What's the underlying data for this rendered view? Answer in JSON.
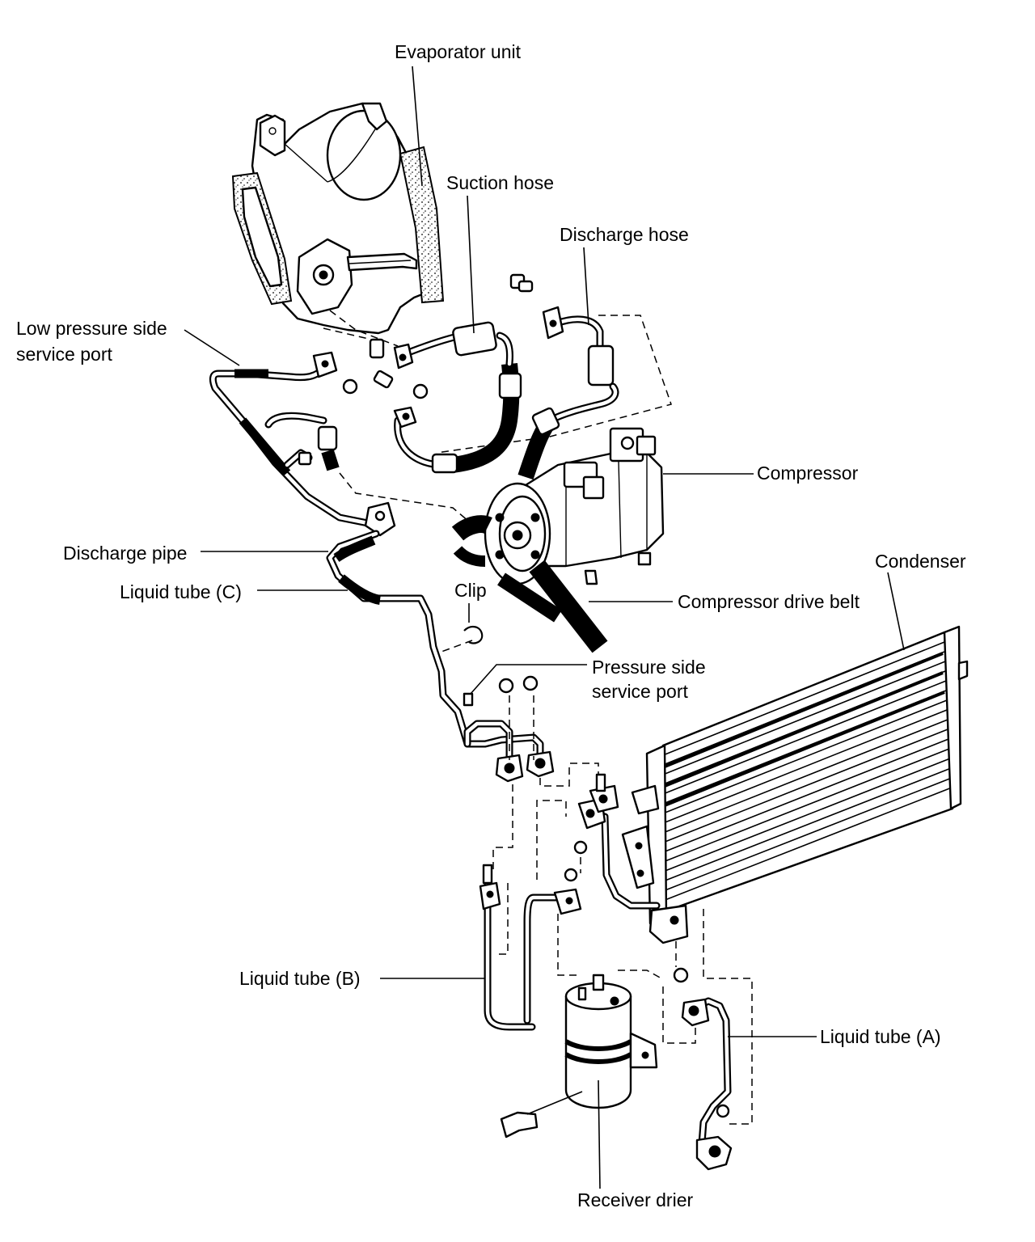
{
  "labels": {
    "evaporator_unit": "Evaporator unit",
    "suction_hose": "Suction hose",
    "discharge_hose": "Discharge hose",
    "low_pressure_port_line1": "Low pressure side",
    "low_pressure_port_line2": "service port",
    "compressor": "Compressor",
    "condenser": "Condenser",
    "discharge_pipe": "Discharge pipe",
    "liquid_tube_c": "Liquid tube (C)",
    "clip": "Clip",
    "compressor_drive_belt": "Compressor drive belt",
    "pressure_port_line1": "Pressure side",
    "pressure_port_line2": "service port",
    "liquid_tube_b": "Liquid tube (B)",
    "liquid_tube_a": "Liquid tube (A)",
    "receiver_drier": "Receiver drier"
  }
}
